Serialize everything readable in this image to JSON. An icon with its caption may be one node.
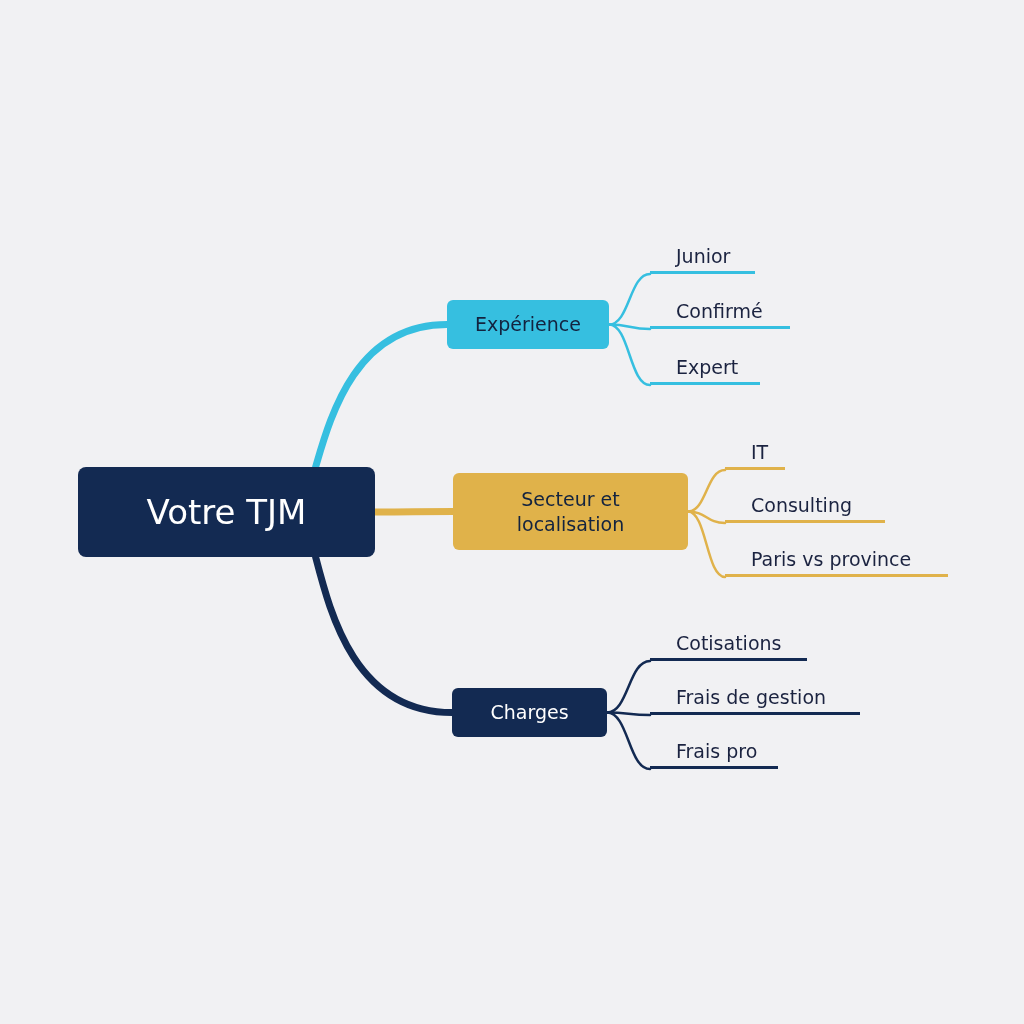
{
  "diagram": {
    "nodes": [
      {
        "text": [
          "Votre TJM"
        ]
      },
      {
        "text": [
          "Expérience"
        ]
      },
      {
        "text": [
          "Junior"
        ]
      },
      {
        "text": [
          "Confirmé"
        ]
      },
      {
        "text": [
          "Expert"
        ]
      },
      {
        "text": [
          "Secteur et localisation"
        ]
      },
      {
        "text": [
          "IT"
        ]
      },
      {
        "text": [
          "Consulting"
        ]
      },
      {
        "text": [
          "Paris vs province"
        ]
      },
      {
        "text": [
          "Charges"
        ]
      },
      {
        "text": [
          "Cotisations"
        ]
      },
      {
        "text": [
          "Frais de gestion"
        ]
      },
      {
        "text": [
          "Frais pro"
        ]
      }
    ],
    "edges": [
      {
        "from": 0,
        "to": 1,
        "arrow": "none",
        "style": "thick",
        "color": "#36bfe0"
      },
      {
        "from": 0,
        "to": 5,
        "arrow": "none",
        "style": "thick",
        "color": "#e0b24a"
      },
      {
        "from": 0,
        "to": 9,
        "arrow": "none",
        "style": "thick",
        "color": "#132a52"
      },
      {
        "from": 1,
        "to": 2,
        "arrow": "none",
        "color": "#36bfe0"
      },
      {
        "from": 1,
        "to": 3,
        "arrow": "none",
        "color": "#36bfe0"
      },
      {
        "from": 1,
        "to": 4,
        "arrow": "none",
        "color": "#36bfe0"
      },
      {
        "from": 5,
        "to": 6,
        "arrow": "none",
        "color": "#e0b24a"
      },
      {
        "from": 5,
        "to": 7,
        "arrow": "none",
        "color": "#e0b24a"
      },
      {
        "from": 5,
        "to": 8,
        "arrow": "none",
        "color": "#e0b24a"
      },
      {
        "from": 9,
        "to": 10,
        "arrow": "none",
        "color": "#132a52"
      },
      {
        "from": 9,
        "to": 11,
        "arrow": "none",
        "color": "#132a52"
      },
      {
        "from": 9,
        "to": 12,
        "arrow": "none",
        "color": "#132a52"
      }
    ]
  }
}
